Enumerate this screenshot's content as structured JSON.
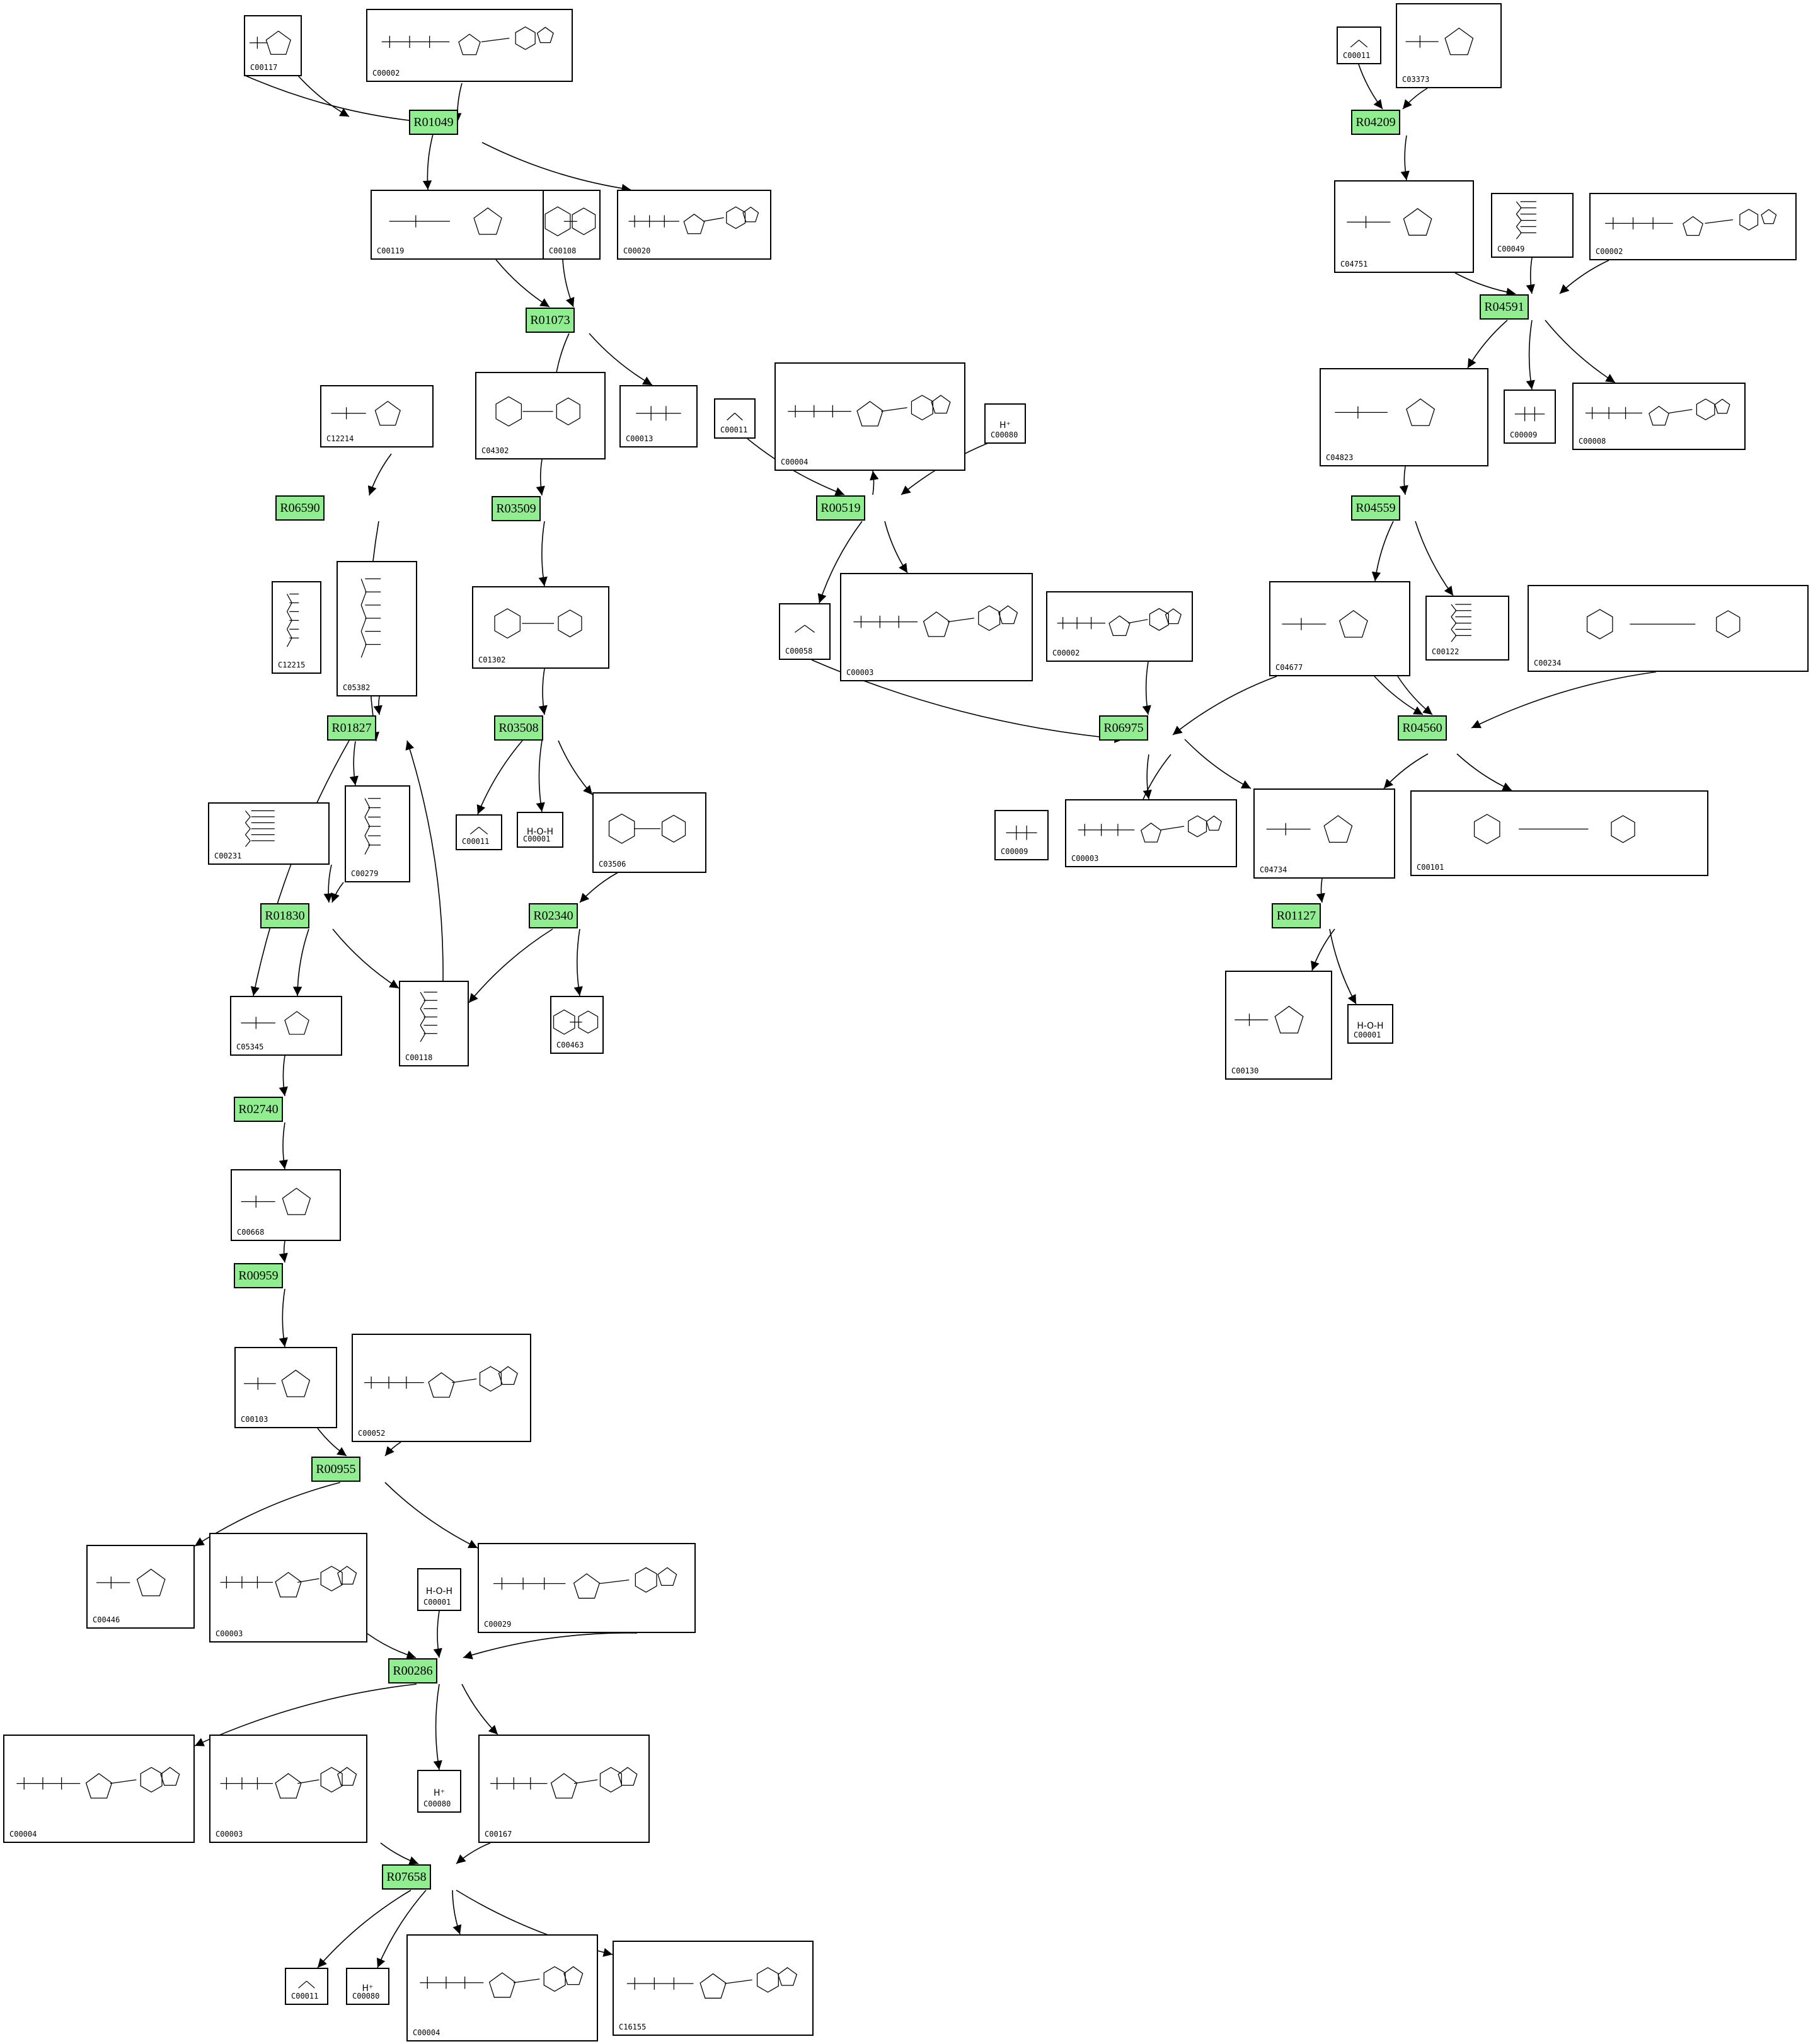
{
  "reaction_color": "#90ee90",
  "reactions": [
    {
      "id": "R01049"
    },
    {
      "id": "R01073"
    },
    {
      "id": "R03509"
    },
    {
      "id": "R06590"
    },
    {
      "id": "R01827"
    },
    {
      "id": "R03508"
    },
    {
      "id": "R01830"
    },
    {
      "id": "R02340"
    },
    {
      "id": "R02740"
    },
    {
      "id": "R00959"
    },
    {
      "id": "R00955"
    },
    {
      "id": "R00286"
    },
    {
      "id": "R07658"
    },
    {
      "id": "R00519"
    },
    {
      "id": "R06975"
    },
    {
      "id": "R04209"
    },
    {
      "id": "R04591"
    },
    {
      "id": "R04559"
    },
    {
      "id": "R04560"
    },
    {
      "id": "R01127"
    }
  ],
  "compounds": [
    {
      "id": "C00117",
      "mol": "ring"
    },
    {
      "id": "C00002",
      "mol": "nucleotide"
    },
    {
      "id": "C00119",
      "mol": "ring"
    },
    {
      "id": "C00108",
      "mol": "aromatic"
    },
    {
      "id": "C00020",
      "mol": "nucleotide"
    },
    {
      "id": "C12214",
      "mol": "ring"
    },
    {
      "id": "C04302",
      "mol": "aromatic"
    },
    {
      "id": "C00013",
      "mol": "phosphate"
    },
    {
      "id": "C12215",
      "mol": "chain"
    },
    {
      "id": "C05382",
      "mol": "chain"
    },
    {
      "id": "C01302",
      "mol": "aromatic"
    },
    {
      "id": "C00231",
      "mol": "chain"
    },
    {
      "id": "C00279",
      "mol": "chain"
    },
    {
      "id": "C00011",
      "mol": "small"
    },
    {
      "id": "C00001",
      "mol": "water"
    },
    {
      "id": "C03506",
      "mol": "aromatic"
    },
    {
      "id": "C05345",
      "mol": "ring"
    },
    {
      "id": "C00118",
      "mol": "chain"
    },
    {
      "id": "C00463",
      "mol": "aromatic"
    },
    {
      "id": "C00668",
      "mol": "ring"
    },
    {
      "id": "C00103",
      "mol": "ring"
    },
    {
      "id": "C00052",
      "mol": "nucleotide"
    },
    {
      "id": "C00446",
      "mol": "ring"
    },
    {
      "id": "C00003",
      "mol": "nucleotide"
    },
    {
      "id": "C00001",
      "mol": "water"
    },
    {
      "id": "C00029",
      "mol": "nucleotide"
    },
    {
      "id": "C00004",
      "mol": "nucleotide"
    },
    {
      "id": "C00003",
      "mol": "nucleotide"
    },
    {
      "id": "C00080",
      "mol": "proton"
    },
    {
      "id": "C00167",
      "mol": "nucleotide"
    },
    {
      "id": "C00011",
      "mol": "small"
    },
    {
      "id": "C00080",
      "mol": "proton"
    },
    {
      "id": "C00004",
      "mol": "nucleotide"
    },
    {
      "id": "C16155",
      "mol": "nucleotide"
    },
    {
      "id": "C00011",
      "mol": "small"
    },
    {
      "id": "C00004",
      "mol": "nucleotide"
    },
    {
      "id": "C00080",
      "mol": "proton"
    },
    {
      "id": "C00058",
      "mol": "small"
    },
    {
      "id": "C00003",
      "mol": "nucleotide"
    },
    {
      "id": "C00002",
      "mol": "nucleotide"
    },
    {
      "id": "C00009",
      "mol": "phosphate"
    },
    {
      "id": "C00003",
      "mol": "nucleotide"
    },
    {
      "id": "C00011",
      "mol": "small"
    },
    {
      "id": "C03373",
      "mol": "ring"
    },
    {
      "id": "C04751",
      "mol": "ring"
    },
    {
      "id": "C00049",
      "mol": "chain"
    },
    {
      "id": "C00002",
      "mol": "nucleotide"
    },
    {
      "id": "C04823",
      "mol": "ring"
    },
    {
      "id": "C00009",
      "mol": "phosphate"
    },
    {
      "id": "C00008",
      "mol": "nucleotide"
    },
    {
      "id": "C04677",
      "mol": "ring"
    },
    {
      "id": "C00122",
      "mol": "chain"
    },
    {
      "id": "C00234",
      "mol": "aromatic"
    },
    {
      "id": "C04734",
      "mol": "ring"
    },
    {
      "id": "C00101",
      "mol": "aromatic"
    },
    {
      "id": "C00130",
      "mol": "ring"
    },
    {
      "id": "C00001",
      "mol": "water"
    }
  ],
  "symbols": {
    "proton": "H⁺",
    "water": "H‑O‑H"
  }
}
